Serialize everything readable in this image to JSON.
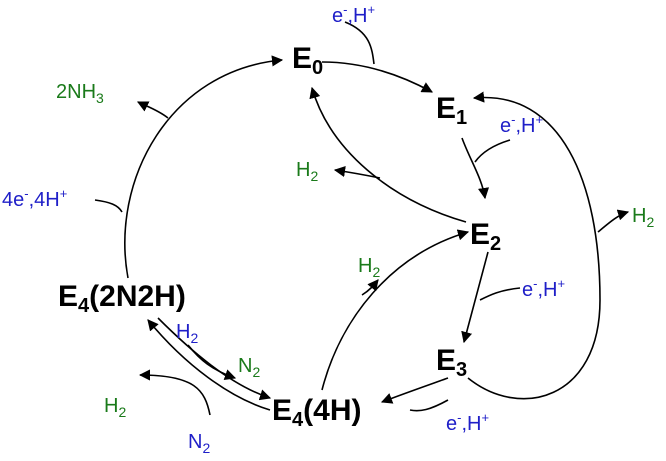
{
  "states": {
    "e0": {
      "main": "E",
      "sub": "0",
      "rest": ""
    },
    "e1": {
      "main": "E",
      "sub": "1",
      "rest": ""
    },
    "e2": {
      "main": "E",
      "sub": "2",
      "rest": ""
    },
    "e3": {
      "main": "E",
      "sub": "3",
      "rest": ""
    },
    "e4_4h": {
      "main": "E",
      "sub": "4",
      "rest": "(4H)"
    },
    "e4_2n2h": {
      "main": "E",
      "sub": "4",
      "rest": "(2N2H)"
    }
  },
  "labels": {
    "eh": {
      "e": "e",
      "minus": "-",
      "h": ",H",
      "plus": "+"
    },
    "four_eh": {
      "e": "4e",
      "minus": "-",
      "h": ",4H",
      "plus": "+"
    },
    "nh3": {
      "pre": "2NH",
      "sub": "3"
    },
    "h2": {
      "pre": "H",
      "sub": "2"
    },
    "n2": {
      "pre": "N",
      "sub": "2"
    }
  },
  "colors": {
    "electron": "#1f1fc8",
    "product": "#1a7a1a",
    "arrow": "#000000"
  }
}
